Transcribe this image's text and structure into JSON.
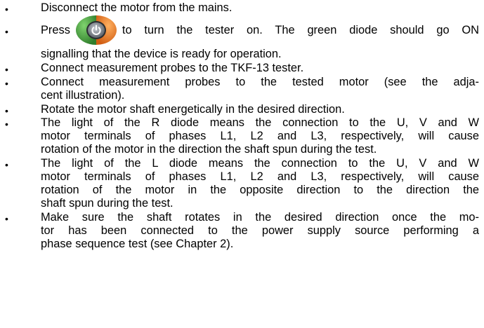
{
  "items": [
    {
      "lines": [
        "Disconnect the motor from the mains."
      ]
    },
    {
      "before": "Press",
      "icon": "power-button-icon",
      "after": "to turn the tester on. The green diode should go ON",
      "continuation": "signalling that the device is ready for operation."
    },
    {
      "lines": [
        "Connect measurement probes to the TKF-13 tester."
      ]
    },
    {
      "lines": [
        "Connect measurement probes to the tested motor (see the adja-",
        "cent illustration)."
      ]
    },
    {
      "lines": [
        "Rotate the motor shaft energetically in the desired direction."
      ]
    },
    {
      "lines": [
        "The light of the R diode means the connection to the U, V and W",
        "motor terminals of phases L1, L2 and L3, respectively, will cause",
        "rotation of the motor in the direction the shaft spun during the test."
      ]
    },
    {
      "lines": [
        "The light of the L diode means the connection to the U, V and W",
        "motor terminals of phases L1, L2 and L3, respectively, will cause",
        "rotation of the motor in the opposite direction to the direction the",
        "shaft spun during the test."
      ]
    },
    {
      "lines": [
        "Make sure the shaft rotates in the desired direction once the mo-",
        "tor has been connected to the power supply source performing a",
        "phase sequence test (see Chapter 2)."
      ]
    }
  ],
  "colors": {
    "button_green": "#3f9a3a",
    "button_orange": "#e8782a",
    "button_center": "#8a8f96"
  }
}
